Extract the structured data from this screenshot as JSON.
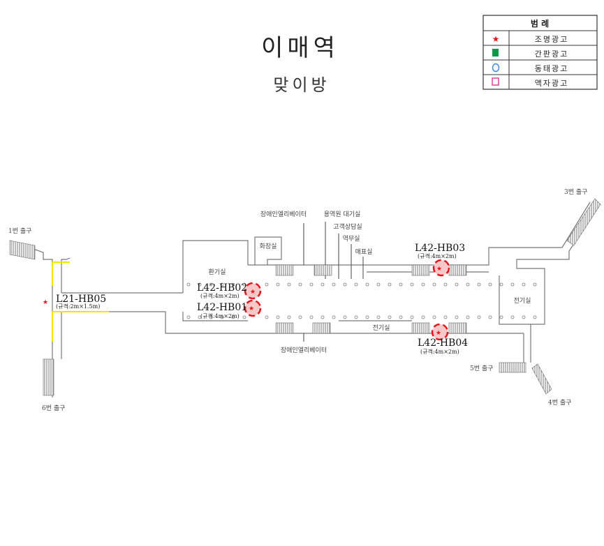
{
  "header": {
    "title": "이매역",
    "subtitle": "맞이방"
  },
  "legend": {
    "title": "범 례",
    "items": [
      {
        "icon": "red-star",
        "label": "조명광고",
        "color": "#e8141c"
      },
      {
        "icon": "green-square",
        "label": "간판광고",
        "color": "#0a9a48"
      },
      {
        "icon": "blue-circle",
        "label": "동태광고",
        "color": "#3a8de0"
      },
      {
        "icon": "pink-square",
        "label": "액자광고",
        "color": "#e040a0"
      }
    ]
  },
  "exits": {
    "exit1": "1번 출구",
    "exit3": "3번 출구",
    "exit4": "4번 출구",
    "exit5": "5번 출구",
    "exit6": "6번 출구"
  },
  "rooms": {
    "elevator_top": "장애인엘리베이터",
    "staff_wait": "용역원 대기실",
    "consult": "고객상담실",
    "office": "역무실",
    "ticket": "매표실",
    "toilet": "화장실",
    "ventilation": "환기실",
    "electric1": "전기실",
    "electric2": "전기실",
    "elevator_bottom": "장애인엘리베이터"
  },
  "ads": [
    {
      "code": "L42-HB02",
      "spec": "(규격:4m×2m)",
      "type": "조명광고"
    },
    {
      "code": "L42-HB01",
      "spec": "(규격:4m×2m)",
      "type": "조명광고"
    },
    {
      "code": "L42-HB03",
      "spec": "(규격:4m×2m)",
      "type": "조명광고"
    },
    {
      "code": "L42-HB04",
      "spec": "(규격:4m×2m)",
      "type": "조명광고"
    },
    {
      "code": "L21-HB05",
      "spec": "(규격:2m×1.5m)",
      "type": "조명광고"
    }
  ],
  "colors": {
    "marker": "#e8141c",
    "highlight": "#f4e400"
  }
}
